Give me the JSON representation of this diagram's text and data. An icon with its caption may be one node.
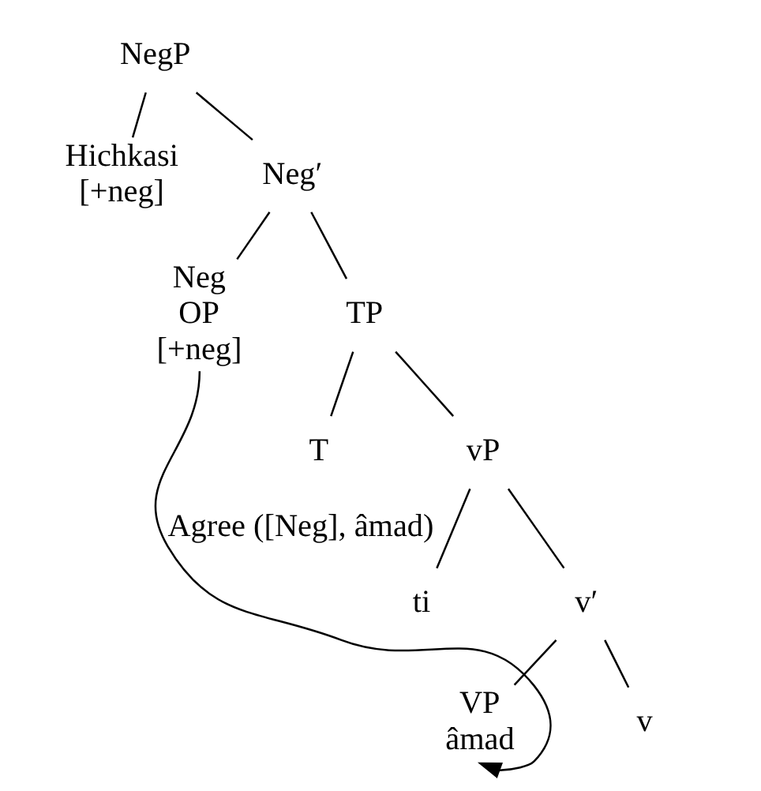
{
  "diagram": {
    "nodes": [
      {
        "text": [
          "NegP"
        ]
      },
      {
        "text": [
          "Hichkasi",
          "[+neg]"
        ]
      },
      {
        "text": [
          "Neg′"
        ]
      },
      {
        "text": [
          "Neg",
          "OP",
          "[+neg]"
        ]
      },
      {
        "text": [
          "TP"
        ]
      },
      {
        "text": [
          "T"
        ]
      },
      {
        "text": [
          "vP"
        ]
      },
      {
        "text": [
          "ti"
        ]
      },
      {
        "text": [
          "v′"
        ]
      },
      {
        "text": [
          "VP",
          "âmad"
        ]
      },
      {
        "text": [
          "v"
        ]
      }
    ],
    "edges": [
      {
        "from": 0,
        "to": 1,
        "arrow": "none"
      },
      {
        "from": 0,
        "to": 2,
        "arrow": "none"
      },
      {
        "from": 2,
        "to": 3,
        "arrow": "none"
      },
      {
        "from": 2,
        "to": 4,
        "arrow": "none"
      },
      {
        "from": 4,
        "to": 5,
        "arrow": "none"
      },
      {
        "from": 4,
        "to": 6,
        "arrow": "none"
      },
      {
        "from": 6,
        "to": 7,
        "arrow": "none"
      },
      {
        "from": 6,
        "to": 8,
        "arrow": "none"
      },
      {
        "from": 8,
        "to": 9,
        "arrow": "none"
      },
      {
        "from": 8,
        "to": 10,
        "arrow": "none"
      },
      {
        "from": 3,
        "to": 9,
        "arrow": "to",
        "label": "Agree ([Neg], âmad)"
      }
    ]
  }
}
